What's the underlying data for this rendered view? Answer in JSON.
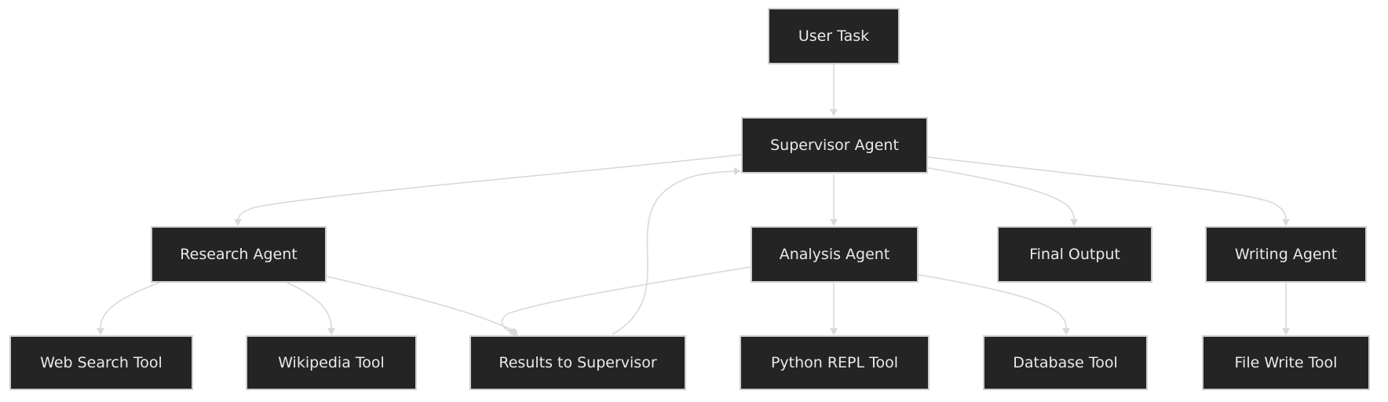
{
  "diagram": {
    "type": "flowchart",
    "colors": {
      "node_fill": "#232423",
      "node_border": "#cfcfcf",
      "node_text": "#e9e9e9",
      "edge": "#d9d9d9",
      "background": "#ffffff"
    },
    "nodes": {
      "user_task": "User Task",
      "supervisor": "Supervisor Agent",
      "research": "Research Agent",
      "analysis": "Analysis Agent",
      "final_output": "Final Output",
      "writing": "Writing Agent",
      "web_search": "Web Search Tool",
      "wikipedia": "Wikipedia Tool",
      "results": "Results to Supervisor",
      "python_repl": "Python REPL Tool",
      "database": "Database Tool",
      "file_write": "File Write Tool"
    },
    "edges": [
      [
        "user_task",
        "supervisor"
      ],
      [
        "supervisor",
        "research"
      ],
      [
        "supervisor",
        "analysis"
      ],
      [
        "supervisor",
        "final_output"
      ],
      [
        "supervisor",
        "writing"
      ],
      [
        "research",
        "web_search"
      ],
      [
        "research",
        "wikipedia"
      ],
      [
        "research",
        "results"
      ],
      [
        "analysis",
        "results"
      ],
      [
        "analysis",
        "python_repl"
      ],
      [
        "analysis",
        "database"
      ],
      [
        "writing",
        "file_write"
      ],
      [
        "results",
        "supervisor"
      ]
    ]
  }
}
